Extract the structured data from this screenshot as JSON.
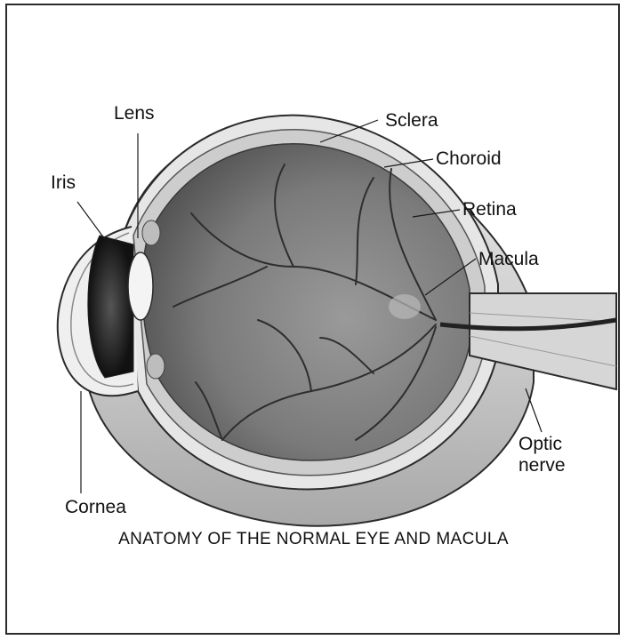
{
  "labels": {
    "lens": "Lens",
    "iris": "Iris",
    "sclera": "Sclera",
    "choroid": "Choroid",
    "retina": "Retina",
    "macula": "Macula",
    "optic_line1": "Optic",
    "optic_line2": "nerve",
    "cornea": "Cornea"
  },
  "caption": "ANATOMY OF THE NORMAL EYE AND MACULA",
  "colors": {
    "outline": "#2b2b2b",
    "sclera": "#dcdcdc",
    "interior": "#6f6f6f",
    "vessel": "#333333"
  }
}
